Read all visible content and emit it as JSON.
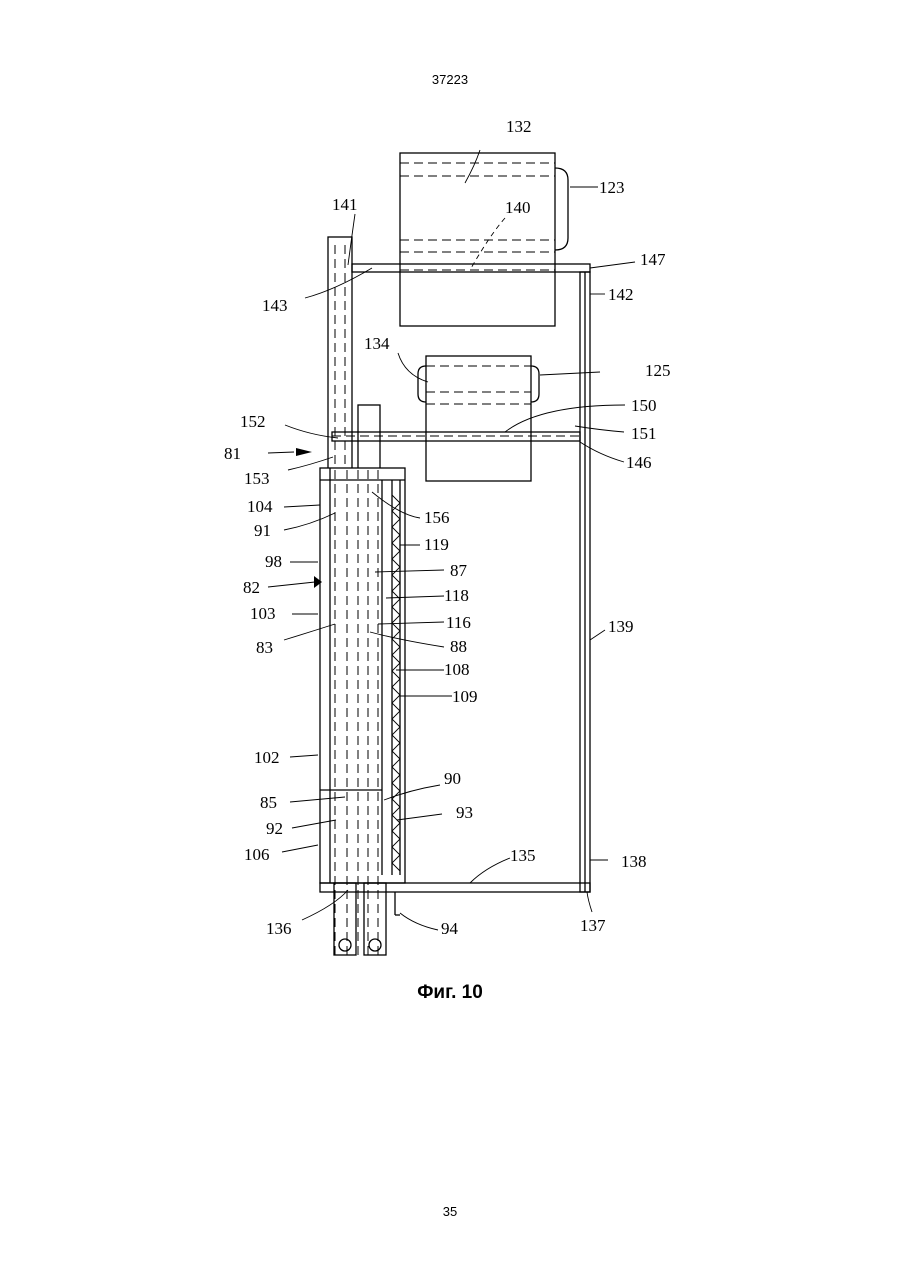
{
  "page": {
    "doc_number": "37223",
    "page_number": "35",
    "caption": "Фиг. 10"
  },
  "figure": {
    "labels": [
      "132",
      "123",
      "141",
      "140",
      "147",
      "143",
      "142",
      "134",
      "125",
      "152",
      "150",
      "151",
      "81",
      "146",
      "153",
      "104",
      "156",
      "91",
      "119",
      "98",
      "87",
      "82",
      "118",
      "103",
      "116",
      "83",
      "88",
      "108",
      "109",
      "139",
      "102",
      "90",
      "85",
      "93",
      "92",
      "106",
      "135",
      "138",
      "136",
      "94",
      "137"
    ]
  }
}
